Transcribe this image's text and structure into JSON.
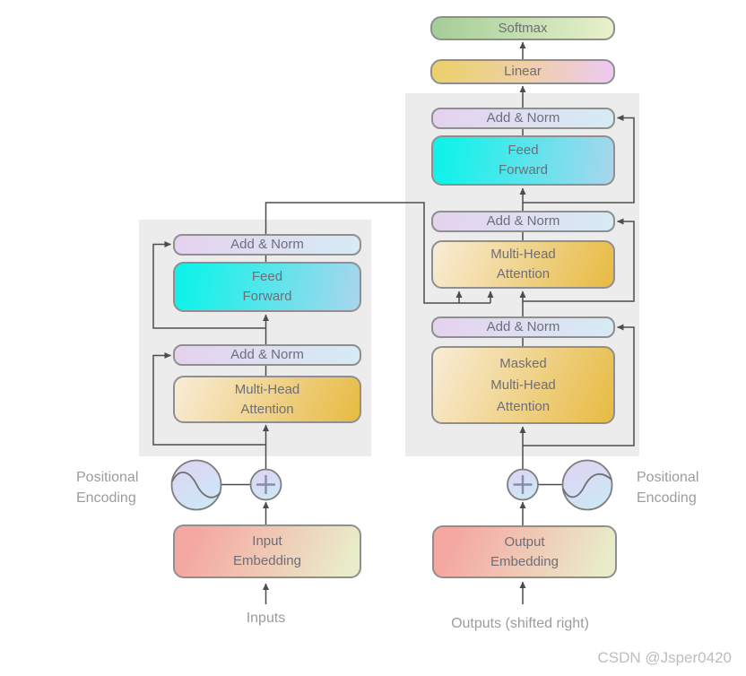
{
  "labels": {
    "softmax": "Softmax",
    "linear": "Linear",
    "add_norm": "Add & Norm",
    "feed_forward": "Feed\nForward",
    "multi_head_attention": "Multi-Head\nAttention",
    "masked_multi_head_attention": "Masked\nMulti-Head\nAttention",
    "input_embedding": "Input\nEmbedding",
    "output_embedding": "Output\nEmbedding",
    "inputs": "Inputs",
    "outputs_shifted_right": "Outputs (shifted right)",
    "positional_encoding": "Positional\nEncoding"
  },
  "watermark": "CSDN @Jsper0420",
  "icons": {
    "plus": "plus-icon",
    "sine_wave": "sine-wave-icon",
    "arrowhead": "arrowhead-icon"
  },
  "colors": {
    "background": "#ffffff",
    "panel": "#ececec",
    "line": "#4d4d4d",
    "box_border": "#8f8f8f",
    "box_text": "#6e6e78",
    "label_text": "#9c9c9c",
    "watermark_text": "#bdbdbd",
    "softmax_gradient": [
      "#a5ce98",
      "#e7f0ca"
    ],
    "linear_gradient": [
      "#ecd06e",
      "#f0cfa6",
      "#eccaee"
    ],
    "add_norm_gradient": [
      "#e5d2ef",
      "#d6ebf4"
    ],
    "feed_forward_gradient": [
      "#12f2ea",
      "#a5d6ec"
    ],
    "attention_gradient": [
      "#f8ead0",
      "#e7ba41"
    ],
    "embedding_gradient": [
      "#f5a7a2",
      "#e9ecc8"
    ],
    "circle_gradient": [
      "#e0d2f3",
      "#cde7f6"
    ]
  }
}
